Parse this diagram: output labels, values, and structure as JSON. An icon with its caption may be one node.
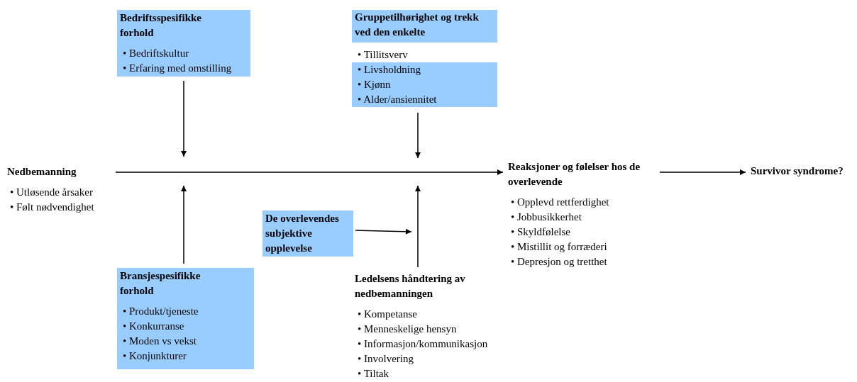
{
  "diagram": {
    "nodes": [
      {
        "text": [
          "Bedriftsspesifikke forhold",
          "• Bedriftskultur",
          "• Erfaring med omstilling"
        ]
      },
      {
        "text": [
          "Gruppetilhørighet og trekk ved den enkelte",
          "• Tillitsverv",
          "• Livsholdning",
          "• Kjønn",
          "• Alder/ansiennitet"
        ]
      },
      {
        "text": [
          "Nedbemanning",
          "• Utløsende årsaker",
          "• Følt nødvendighet"
        ]
      },
      {
        "text": [
          "Reaksjoner og følelser hos de overlevende",
          "• Opplevd rettferdighet",
          "• Jobbusikkerhet",
          "• Skyldfølelse",
          "• Mistillit og forræderi",
          "• Depresjon og tretthet"
        ]
      },
      {
        "text": [
          "Survivor syndrome?"
        ]
      },
      {
        "text": [
          "De overlevendes subjektive opplevelse"
        ]
      },
      {
        "text": [
          "Bransjespesifikke forhold",
          "• Produkt/tjeneste",
          "• Konkurranse",
          "• Moden vs vekst",
          "• Konjunkturer"
        ]
      },
      {
        "text": [
          "Ledelsens håndtering av nedbemanningen",
          "• Kompetanse",
          "• Menneskelige hensyn",
          "• Informasjon/kommunikasjon",
          "• Involvering",
          "• Tiltak"
        ]
      }
    ],
    "edges": [
      {
        "from": 2,
        "to": 3,
        "arrow": "to"
      },
      {
        "from": 3,
        "to": 4,
        "arrow": "to"
      },
      {
        "from": 0,
        "to": null,
        "arrow": "to"
      },
      {
        "from": 1,
        "to": null,
        "arrow": "to"
      },
      {
        "from": 6,
        "to": null,
        "arrow": "to"
      },
      {
        "from": 7,
        "to": null,
        "arrow": "to"
      },
      {
        "from": 5,
        "to": null,
        "arrow": "to"
      }
    ]
  }
}
